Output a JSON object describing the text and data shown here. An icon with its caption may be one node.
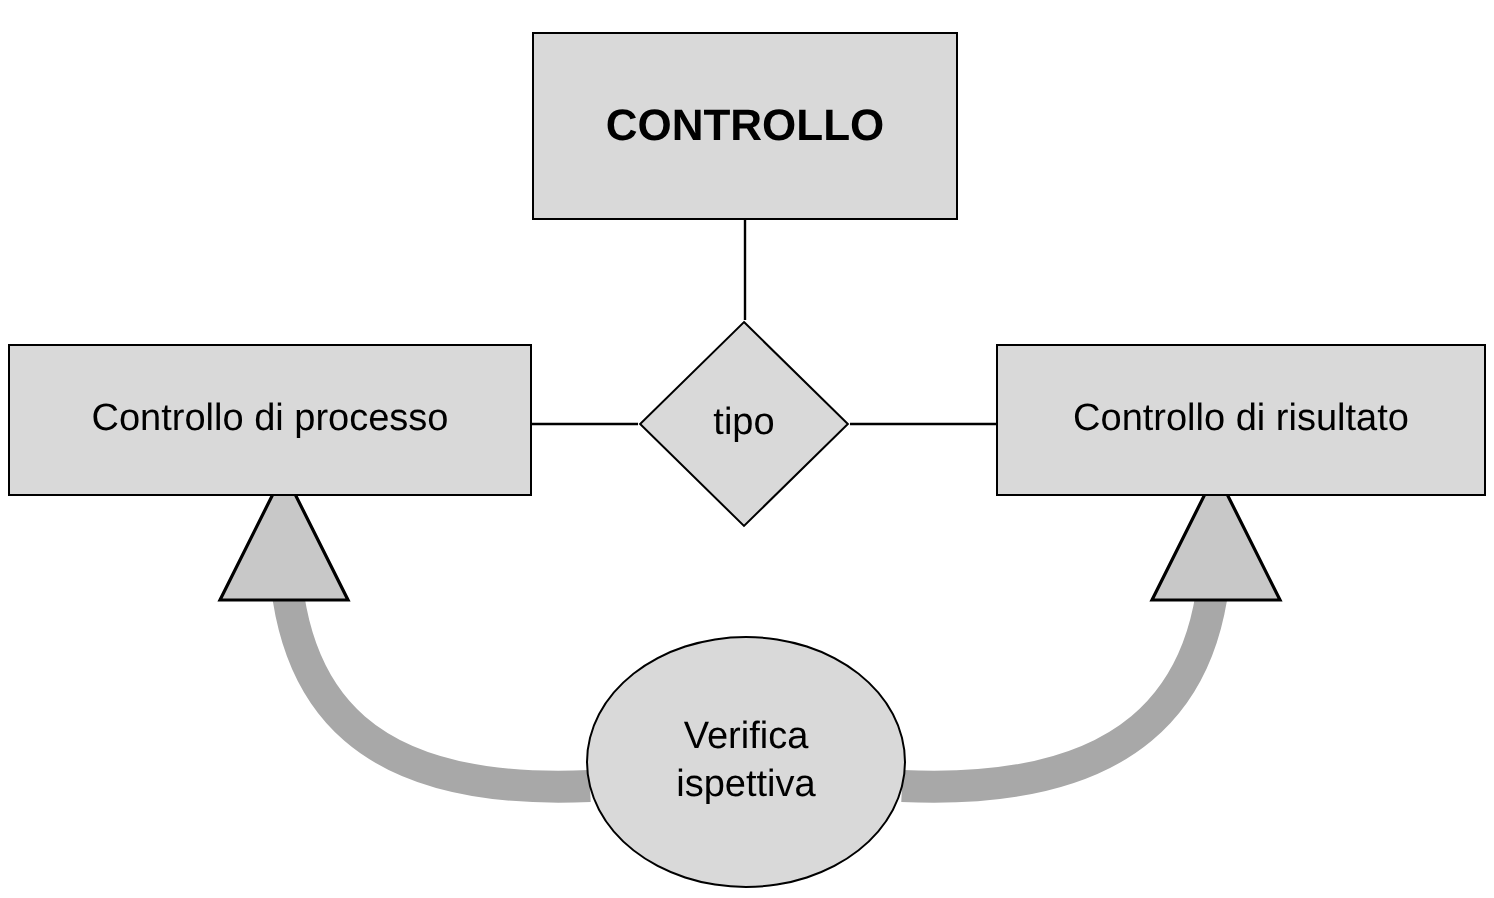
{
  "diagram": {
    "nodes": [
      {
        "text": [
          "CONTROLLO"
        ]
      },
      {
        "text": [
          "tipo"
        ]
      },
      {
        "text": [
          "Controllo di processo"
        ]
      },
      {
        "text": [
          "Controllo di risultato"
        ]
      },
      {
        "text": [
          "Verifica ispettiva"
        ]
      }
    ],
    "edges": [
      {
        "from": 0,
        "to": 1,
        "arrow": "none"
      },
      {
        "from": 1,
        "to": 2,
        "arrow": "none"
      },
      {
        "from": 1,
        "to": 3,
        "arrow": "none"
      },
      {
        "from": 4,
        "to": 2,
        "arrow": "to",
        "style": "thick",
        "color": "#a8a8a8"
      },
      {
        "from": 4,
        "to": 3,
        "arrow": "to",
        "style": "thick",
        "color": "#a8a8a8"
      }
    ]
  }
}
